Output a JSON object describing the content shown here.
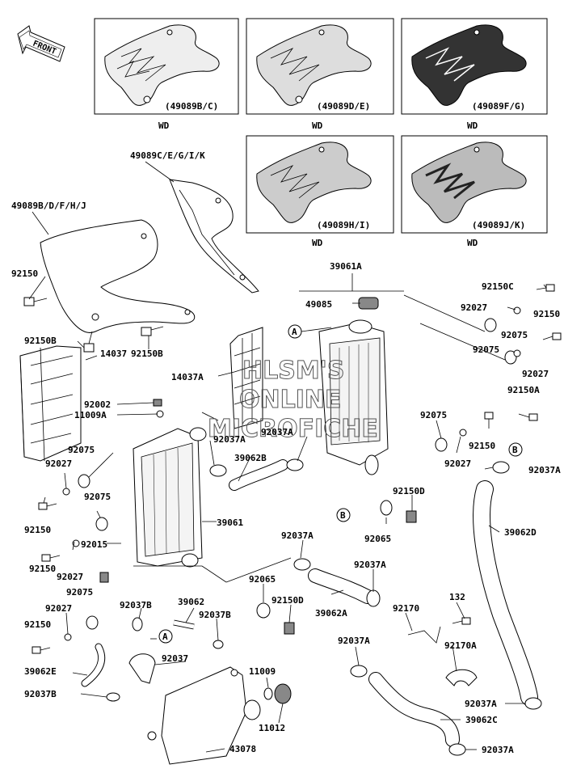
{
  "front_label": "FRONT",
  "watermark": {
    "line1": "HLSM'S",
    "line2": "ONLINE",
    "line3": "MICROFICHE"
  },
  "variants": [
    {
      "code": "(49089B/C)",
      "tag": "WD"
    },
    {
      "code": "(49089D/E)",
      "tag": "WD"
    },
    {
      "code": "(49089F/G)",
      "tag": "WD"
    },
    {
      "code": "(49089H/I)",
      "tag": "WD"
    },
    {
      "code": "(49089J/K)",
      "tag": "WD"
    }
  ],
  "parts": [
    {
      "id": "p49089CEGIK",
      "label": "49089C/E/G/I/K"
    },
    {
      "id": "p49089BDFHJ",
      "label": "49089B/D/F/H/J"
    },
    {
      "id": "p92150_a",
      "label": "92150"
    },
    {
      "id": "p92150B_a",
      "label": "92150B"
    },
    {
      "id": "p92150B_b",
      "label": "92150B"
    },
    {
      "id": "p39061A",
      "label": "39061A"
    },
    {
      "id": "p49085",
      "label": "49085"
    },
    {
      "id": "pA_1",
      "label": "A"
    },
    {
      "id": "p92150C",
      "label": "92150C"
    },
    {
      "id": "p92027_a",
      "label": "92027"
    },
    {
      "id": "p92150_b",
      "label": "92150"
    },
    {
      "id": "p92075_a",
      "label": "92075"
    },
    {
      "id": "p92075_b",
      "label": "92075"
    },
    {
      "id": "p92027_b",
      "label": "92027"
    },
    {
      "id": "p14037",
      "label": "14037"
    },
    {
      "id": "p14037A",
      "label": "14037A"
    },
    {
      "id": "p92150A",
      "label": "92150A"
    },
    {
      "id": "p92002",
      "label": "92002"
    },
    {
      "id": "p11009A",
      "label": "11009A"
    },
    {
      "id": "p92037A_a",
      "label": "92037A"
    },
    {
      "id": "p92037A_b",
      "label": "92037A"
    },
    {
      "id": "p92075_c",
      "label": "92075"
    },
    {
      "id": "p92075_d",
      "label": "92075"
    },
    {
      "id": "p92027_c",
      "label": "92027"
    },
    {
      "id": "p39062B",
      "label": "39062B"
    },
    {
      "id": "p92150_c",
      "label": "92150"
    },
    {
      "id": "p92027_d",
      "label": "92027"
    },
    {
      "id": "pB_1",
      "label": "B"
    },
    {
      "id": "p92037A_c",
      "label": "92037A"
    },
    {
      "id": "p92075_e",
      "label": "92075"
    },
    {
      "id": "p92150_d",
      "label": "92150"
    },
    {
      "id": "p92150D_a",
      "label": "92150D"
    },
    {
      "id": "p39061",
      "label": "39061"
    },
    {
      "id": "pB_2",
      "label": "B"
    },
    {
      "id": "p92065_a",
      "label": "92065"
    },
    {
      "id": "p92015",
      "label": "92015"
    },
    {
      "id": "p39062D",
      "label": "39062D"
    },
    {
      "id": "p92037A_d",
      "label": "92037A"
    },
    {
      "id": "p92150_e",
      "label": "92150"
    },
    {
      "id": "p92027_e",
      "label": "92027"
    },
    {
      "id": "p92065_b",
      "label": "92065"
    },
    {
      "id": "p92037A_e",
      "label": "92037A"
    },
    {
      "id": "p92075_f",
      "label": "92075"
    },
    {
      "id": "p92037B_a",
      "label": "92037B"
    },
    {
      "id": "p39062",
      "label": "39062"
    },
    {
      "id": "p92150D_b",
      "label": "92150D"
    },
    {
      "id": "p132",
      "label": "132"
    },
    {
      "id": "p92027_f",
      "label": "92027"
    },
    {
      "id": "p92037B_b",
      "label": "92037B"
    },
    {
      "id": "p39062A",
      "label": "39062A"
    },
    {
      "id": "p92170",
      "label": "92170"
    },
    {
      "id": "p92150_f",
      "label": "92150"
    },
    {
      "id": "pA_2",
      "label": "A"
    },
    {
      "id": "p92037",
      "label": "92037"
    },
    {
      "id": "p92037A_f",
      "label": "92037A"
    },
    {
      "id": "p92170A",
      "label": "92170A"
    },
    {
      "id": "p39062E",
      "label": "39062E"
    },
    {
      "id": "p11009",
      "label": "11009"
    },
    {
      "id": "p92037B_c",
      "label": "92037B"
    },
    {
      "id": "p92037A_g",
      "label": "92037A"
    },
    {
      "id": "p11012",
      "label": "11012"
    },
    {
      "id": "p39062C",
      "label": "39062C"
    },
    {
      "id": "p43078",
      "label": "43078"
    },
    {
      "id": "p92037A_h",
      "label": "92037A"
    }
  ]
}
